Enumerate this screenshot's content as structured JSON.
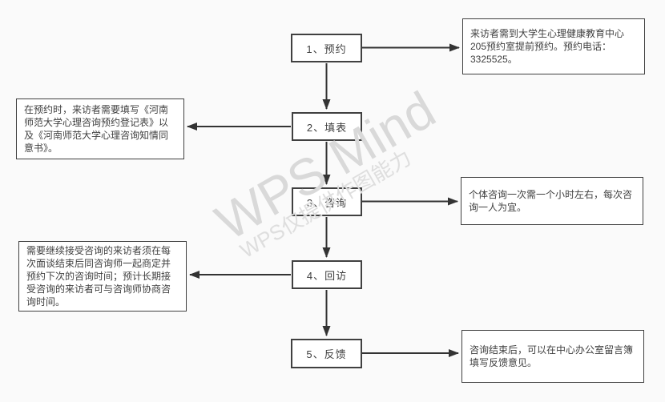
{
  "watermark": {
    "primary": "WPS Mind",
    "secondary": "WPS仅提供作图能力"
  },
  "flowchart": {
    "steps": [
      {
        "id": 1,
        "label": "1、预约"
      },
      {
        "id": 2,
        "label": "2、填表"
      },
      {
        "id": 3,
        "label": "3、咨询"
      },
      {
        "id": 4,
        "label": "4、回访"
      },
      {
        "id": 5,
        "label": "5、反馈"
      }
    ],
    "notes": [
      {
        "side": "right",
        "for_step": 1,
        "text": "来访者需到大学生心理健康教育中心205预约室提前预约。预约电话：3325525。"
      },
      {
        "side": "left",
        "for_step": 2,
        "text": "在预约时，来访者需要填写《河南师范大学心理咨询预约登记表》以及《河南师范大学心理咨询知情同意书》。"
      },
      {
        "side": "right",
        "for_step": 3,
        "text": "个体咨询一次需一个小时左右，每次咨询一人为宜。"
      },
      {
        "side": "left",
        "for_step": 4,
        "text": "需要继续接受咨询的来访者须在每次面谈结束后同咨询师一起商定并预约下次的咨询时间；预计长期接受咨询的来访者可与咨询师协商咨询时间。"
      },
      {
        "side": "right",
        "for_step": 5,
        "text": "咨询结束后，可以在中心办公室留言簿填写反馈意见。"
      }
    ]
  },
  "colors": {
    "canvas_bg": "#fafafa",
    "node_bg": "#ffffff",
    "node_border": "#404040",
    "text": "#3f3f3f",
    "connector": "#333333",
    "watermark": "#d9d9d9"
  }
}
